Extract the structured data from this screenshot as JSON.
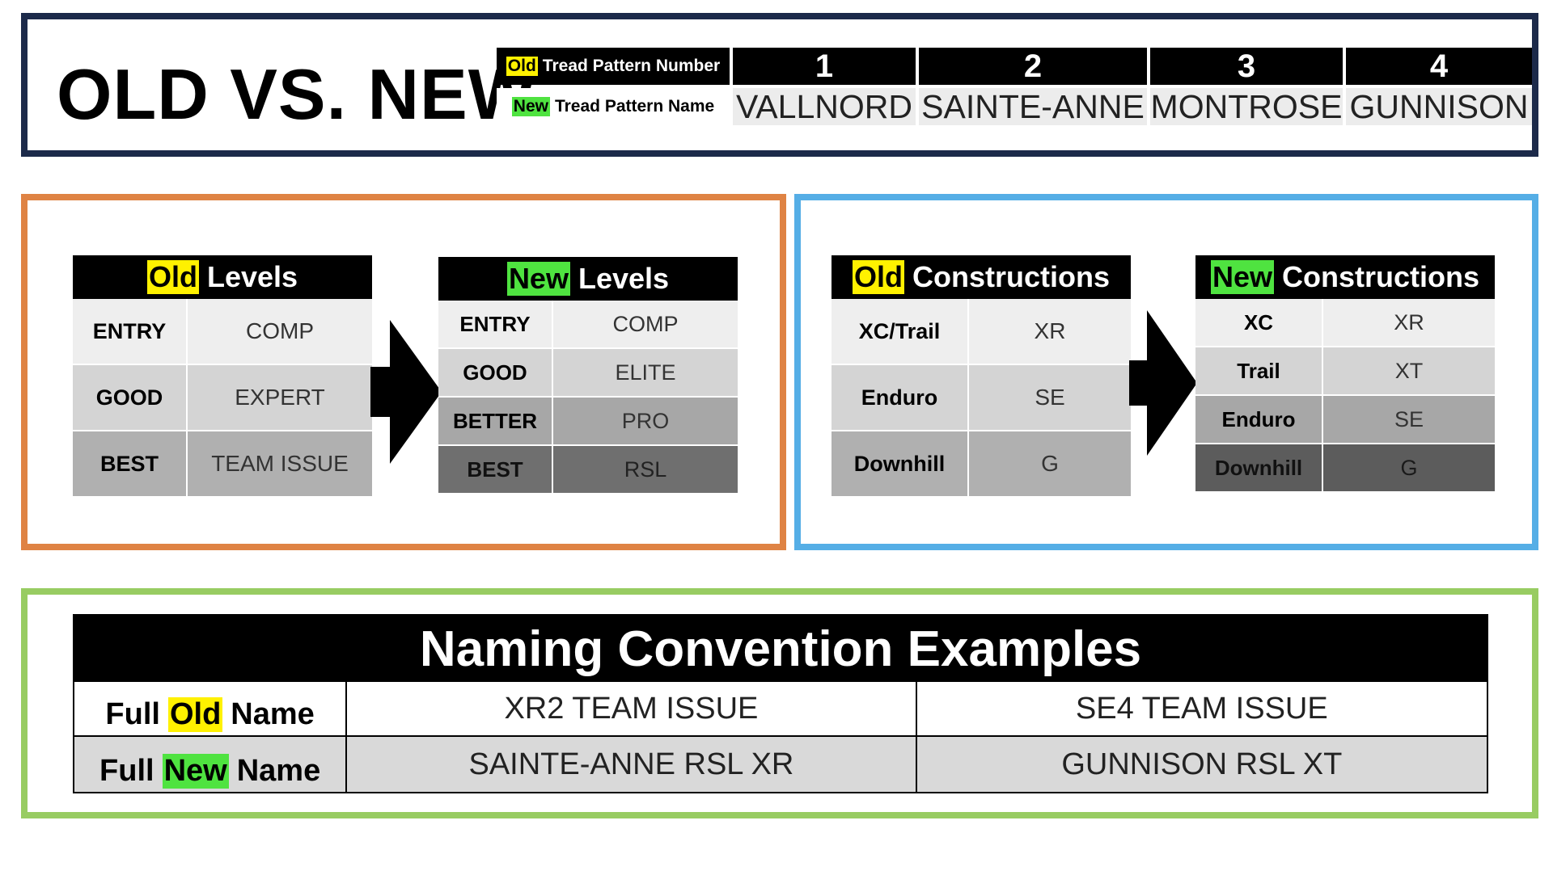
{
  "header": {
    "title": "OLD VS. NEW",
    "old_tag": "Old",
    "old_label": "Tread Pattern Number",
    "new_tag": "New",
    "new_label": "Tread Pattern Name",
    "numbers": [
      "1",
      "2",
      "3",
      "4"
    ],
    "names": [
      "VALLNORD",
      "SAINTE-ANNE",
      "MONTROSE",
      "GUNNISON"
    ]
  },
  "levels": {
    "old": {
      "tag": "Old",
      "title": "Levels",
      "rows": [
        {
          "left": "ENTRY",
          "right": "COMP"
        },
        {
          "left": "GOOD",
          "right": "EXPERT"
        },
        {
          "left": "BEST",
          "right": "TEAM ISSUE"
        }
      ]
    },
    "new": {
      "tag": "New",
      "title": "Levels",
      "rows": [
        {
          "left": "ENTRY",
          "right": "COMP"
        },
        {
          "left": "GOOD",
          "right": "ELITE"
        },
        {
          "left": "BETTER",
          "right": "PRO"
        },
        {
          "left": "BEST",
          "right": "RSL"
        }
      ]
    }
  },
  "constructions": {
    "old": {
      "tag": "Old",
      "title": "Constructions",
      "rows": [
        {
          "left": "XC/Trail",
          "right": "XR"
        },
        {
          "left": "Enduro",
          "right": "SE"
        },
        {
          "left": "Downhill",
          "right": "G"
        }
      ]
    },
    "new": {
      "tag": "New",
      "title": "Constructions",
      "rows": [
        {
          "left": "XC",
          "right": "XR"
        },
        {
          "left": "Trail",
          "right": "XT"
        },
        {
          "left": "Enduro",
          "right": "SE"
        },
        {
          "left": "Downhill",
          "right": "G"
        }
      ]
    }
  },
  "naming": {
    "title": "Naming Convention Examples",
    "old_row": {
      "prefix": "Full",
      "tag": "Old",
      "suffix": "Name",
      "values": [
        "XR2 TEAM ISSUE",
        "SE4 TEAM ISSUE"
      ]
    },
    "new_row": {
      "prefix": "Full",
      "tag": "New",
      "suffix": "Name",
      "values": [
        "SAINTE-ANNE RSL XR",
        "GUNNISON RSL XT"
      ]
    }
  },
  "colors": {
    "old_highlight": "#fff100",
    "new_highlight": "#4fe340",
    "header_border": "#1c2a4a",
    "levels_border": "#df8344",
    "constructions_border": "#55aee6",
    "naming_border": "#98cc62"
  }
}
